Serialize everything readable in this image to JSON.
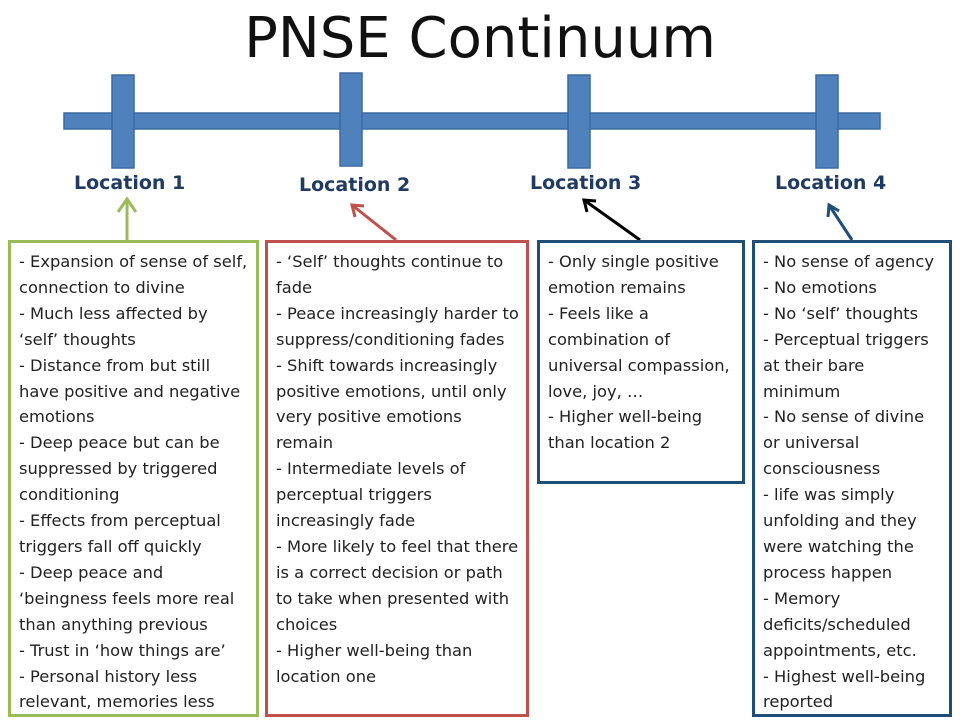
{
  "title": "PNSE Continuum",
  "colors": {
    "bar_fill": "#4f81bd",
    "bar_stroke": "#3b6aa0",
    "label": "#1f3a63",
    "loc1": "#9bbb59",
    "loc2": "#c0504d",
    "loc3": "#000000",
    "loc4": "#1f4e79"
  },
  "locations": [
    {
      "label": "Location 1",
      "items": [
        "- Expansion of sense of self, connection to divine",
        "- Much less affected by ‘self’ thoughts",
        "- Distance from but still have positive and negative emotions",
        "- Deep peace but can be suppressed by triggered conditioning",
        "- Effects from perceptual triggers fall off quickly",
        "- Deep peace and ‘beingness feels more real than anything previous",
        "- Trust in ‘how things are’",
        "- Personal history less relevant, memories less"
      ]
    },
    {
      "label": "Location 2",
      "items": [
        "- ‘Self’ thoughts continue to fade",
        "- Peace increasingly harder to suppress/conditioning fades",
        "- Shift towards increasingly positive emotions, until only very positive emotions remain",
        "- Intermediate levels of perceptual triggers increasingly fade",
        "- More likely to feel that there is a correct decision or path to take when presented with choices",
        "- Higher well-being than location one"
      ]
    },
    {
      "label": "Location 3",
      "items": [
        "- Only single positive emotion remains",
        "- Feels like a combination of universal compassion, love, joy, …",
        "- Higher well-being than location 2"
      ]
    },
    {
      "label": "Location 4",
      "items": [
        "- No sense of agency",
        "- No emotions",
        "- No ‘self’ thoughts",
        "- Perceptual triggers at their bare minimum",
        "- No sense of divine or universal consciousness",
        "- life was simply unfolding and they were watching the process happen",
        "- Memory deficits/scheduled appointments, etc.",
        "- Highest well-being reported"
      ]
    }
  ]
}
